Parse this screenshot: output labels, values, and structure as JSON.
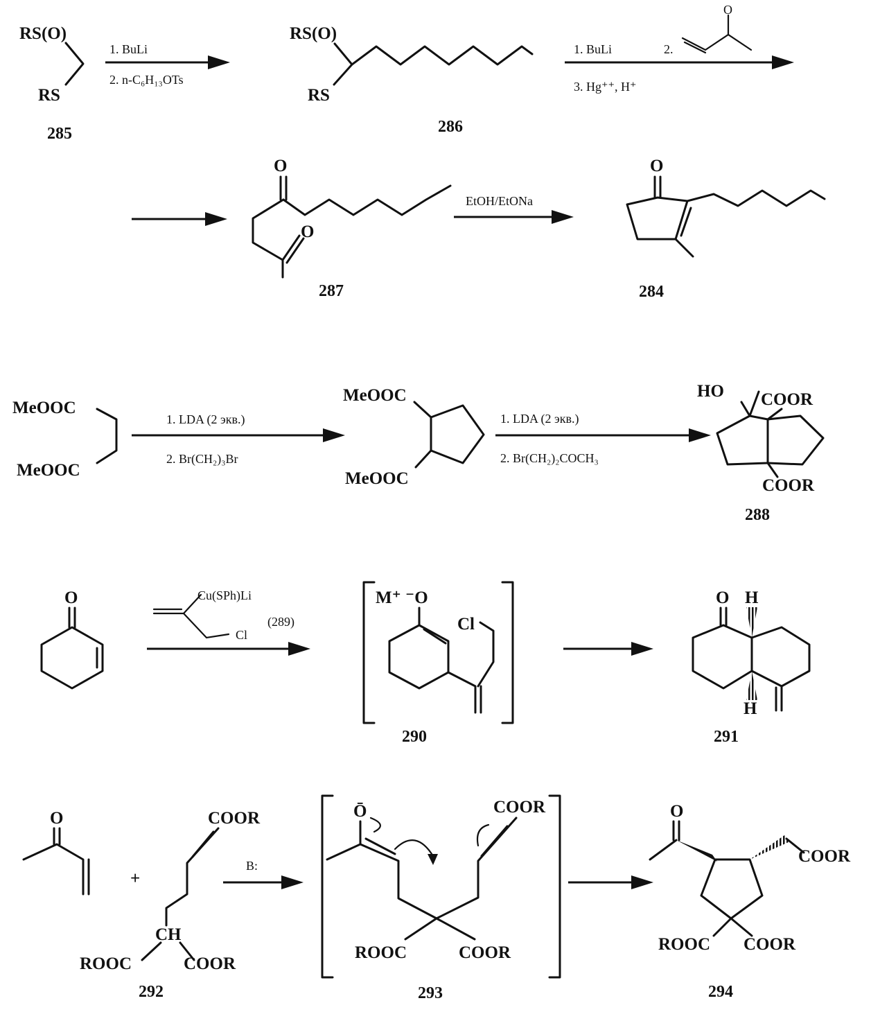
{
  "row1": {
    "c285": {
      "sulfoxide": "RS(O)",
      "sulfide": "RS",
      "number": "285"
    },
    "step1": {
      "reagent1": "1. BuLi",
      "reagent2": "2. n-C₆H₁₃OTs"
    },
    "c286": {
      "sulfoxide": "RS(O)",
      "sulfide": "RS",
      "number": "286"
    },
    "step2": {
      "reagent1": "1. BuLi",
      "reagent2_prefix": "2.",
      "reagent2_carbonyl": "O",
      "reagent3": "3. Hg⁺⁺, H⁺"
    }
  },
  "row2": {
    "c287": {
      "o1": "O",
      "o2": "O",
      "number": "287"
    },
    "step3": {
      "reagent": "EtOH/EtONa"
    },
    "c284": {
      "o": "O",
      "number": "284"
    }
  },
  "row3": {
    "start": {
      "ester_top": "MeOOC",
      "ester_bottom": "MeOOC"
    },
    "step4": {
      "reagent1": "1. LDA (2 экв.)",
      "reagent2": "2. Br(CH₂)₃Br"
    },
    "mid": {
      "ester_top": "MeOOC",
      "ester_bottom": "MeOOC"
    },
    "step5": {
      "reagent1": "1. LDA (2 экв.)",
      "reagent2": "2. Br(CH₂)₂COCH₃"
    },
    "c288": {
      "ho": "HO",
      "ester_top": "COOR",
      "ester_bottom": "COOR",
      "number": "288"
    }
  },
  "row4": {
    "enone": {
      "o": "O"
    },
    "reagent289": {
      "cu": "Cu(SPh)Li",
      "cl": "Cl",
      "number": "(289)"
    },
    "c290": {
      "m": "M⁺ ⁻O",
      "cl": "Cl",
      "number": "290"
    },
    "c291": {
      "o": "O",
      "h_top": "H",
      "h_bottom": "H",
      "number": "291"
    }
  },
  "row5": {
    "mvk": {
      "o": "O"
    },
    "plus": "+",
    "c292": {
      "coor_top": "COOR",
      "ch": "CH",
      "rooc": "ROOC",
      "coor_bottom": "COOR",
      "number": "292"
    },
    "base": "B:",
    "c293": {
      "o": "Ō",
      "coor_top": "COOR",
      "rooc": "ROOC",
      "coor_bottom": "COOR",
      "number": "293"
    },
    "c294": {
      "o": "O",
      "coor_top": "COOR",
      "rooc": "ROOC",
      "coor_bottom": "COOR",
      "number": "294"
    }
  }
}
